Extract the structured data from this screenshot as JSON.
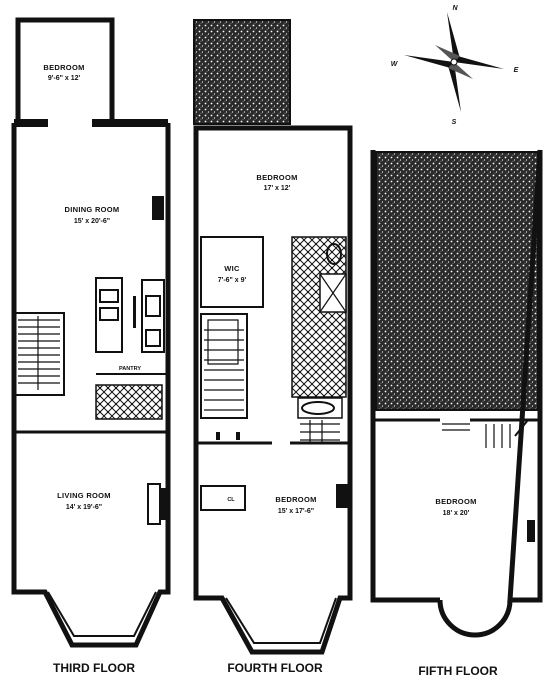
{
  "floors": [
    {
      "label": "THIRD FLOOR",
      "rooms": [
        {
          "name": "BEDROOM",
          "dims": "9'-6\" x 12'"
        },
        {
          "name": "DINING ROOM",
          "dims": "15' x 20'-6\""
        },
        {
          "name": "PANTRY",
          "dims": ""
        },
        {
          "name": "LIVING ROOM",
          "dims": "14' x 19'-6\""
        }
      ]
    },
    {
      "label": "FOURTH FLOOR",
      "rooms": [
        {
          "name": "BEDROOM",
          "dims": "17' x 12'"
        },
        {
          "name": "WIC",
          "dims": "7'-6\" x 9'"
        },
        {
          "name": "BEDROOM",
          "dims": "15' x 17'-6\""
        },
        {
          "name": "CL",
          "dims": ""
        }
      ]
    },
    {
      "label": "FIFTH FLOOR",
      "rooms": [
        {
          "name": "BEDROOM",
          "dims": "18' x 20'"
        }
      ]
    }
  ],
  "compass": {
    "n": "N",
    "s": "S",
    "e": "E",
    "w": "W"
  }
}
